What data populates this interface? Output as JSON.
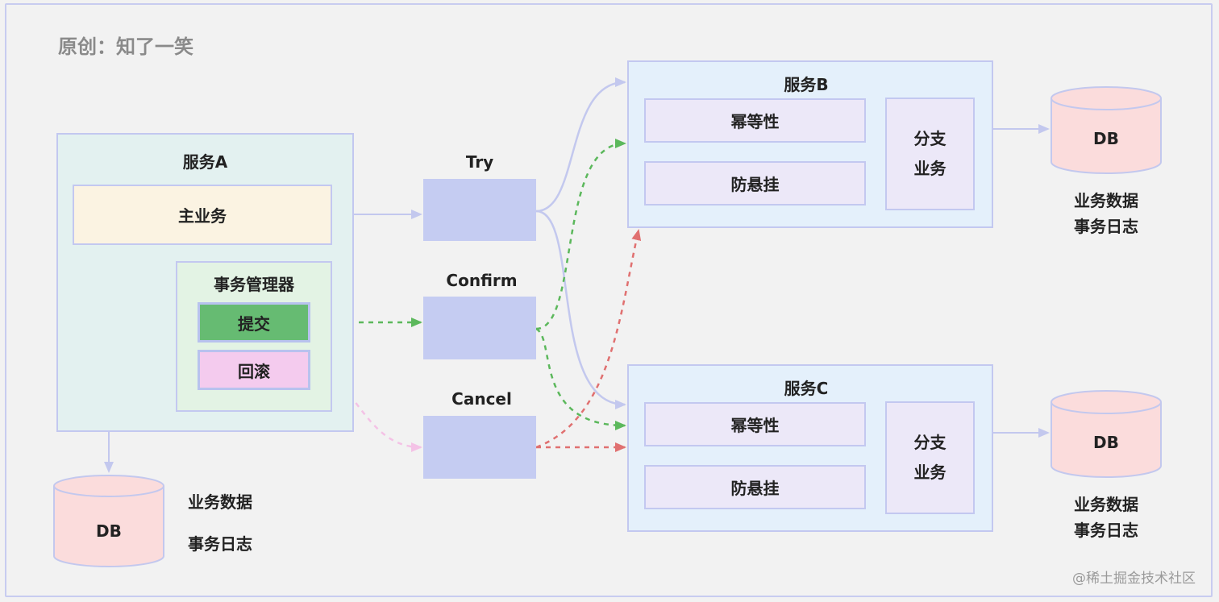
{
  "header": {
    "title": "原创：知了一笑"
  },
  "service_a": {
    "title": "服务A",
    "main_business": "主业务",
    "tx_manager": {
      "title": "事务管理器",
      "commit": "提交",
      "rollback": "回滚"
    },
    "db": {
      "label": "DB",
      "notes": [
        "业务数据",
        "事务日志"
      ]
    }
  },
  "phases": {
    "try": "Try",
    "confirm": "Confirm",
    "cancel": "Cancel"
  },
  "service_b": {
    "title": "服务B",
    "idempotent": "幂等性",
    "anti_hanging": "防悬挂",
    "branch": [
      "分支",
      "业务"
    ],
    "db": {
      "label": "DB",
      "notes": [
        "业务数据",
        "事务日志"
      ]
    }
  },
  "service_c": {
    "title": "服务C",
    "idempotent": "幂等性",
    "anti_hanging": "防悬挂",
    "branch": [
      "分支",
      "业务"
    ],
    "db": {
      "label": "DB",
      "notes": [
        "业务数据",
        "事务日志"
      ]
    }
  },
  "colors": {
    "blue_line": "#c3c8ee",
    "green_line": "#5cb85c",
    "red_line": "#e07070",
    "pink_line": "#f4c2e6",
    "db_fill": "#fbdcdc",
    "db_stroke": "#c3c8ee",
    "commit_fill": "#66bb72",
    "rollback_fill": "#f4cbee"
  },
  "icons": {
    "branch_point": "circle-dot"
  },
  "watermark": "@稀土掘金技术社区"
}
